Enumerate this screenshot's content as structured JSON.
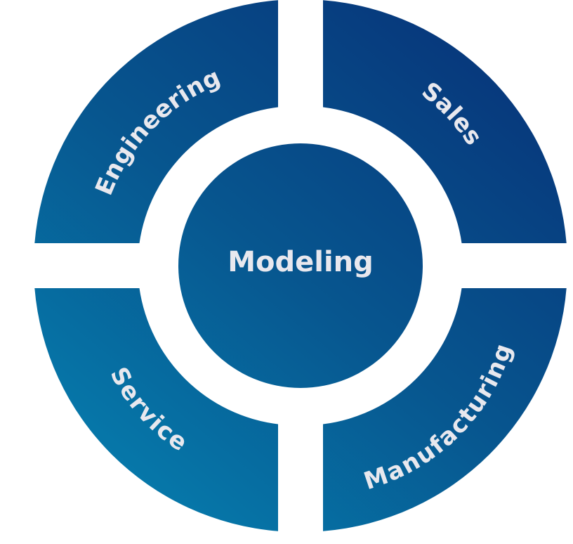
{
  "diagram": {
    "center": {
      "label": "Modeling"
    },
    "segments": [
      {
        "id": "engineering",
        "label": "Engineering"
      },
      {
        "id": "sales",
        "label": "Sales"
      },
      {
        "id": "manufacturing",
        "label": "Manufacturing"
      },
      {
        "id": "service",
        "label": "Service"
      }
    ],
    "colors": {
      "gradient_dark": "#07357a",
      "gradient_mid": "#07568f",
      "gradient_light": "#0680b0",
      "text": "#e8e8ee",
      "background": "#ffffff"
    }
  }
}
